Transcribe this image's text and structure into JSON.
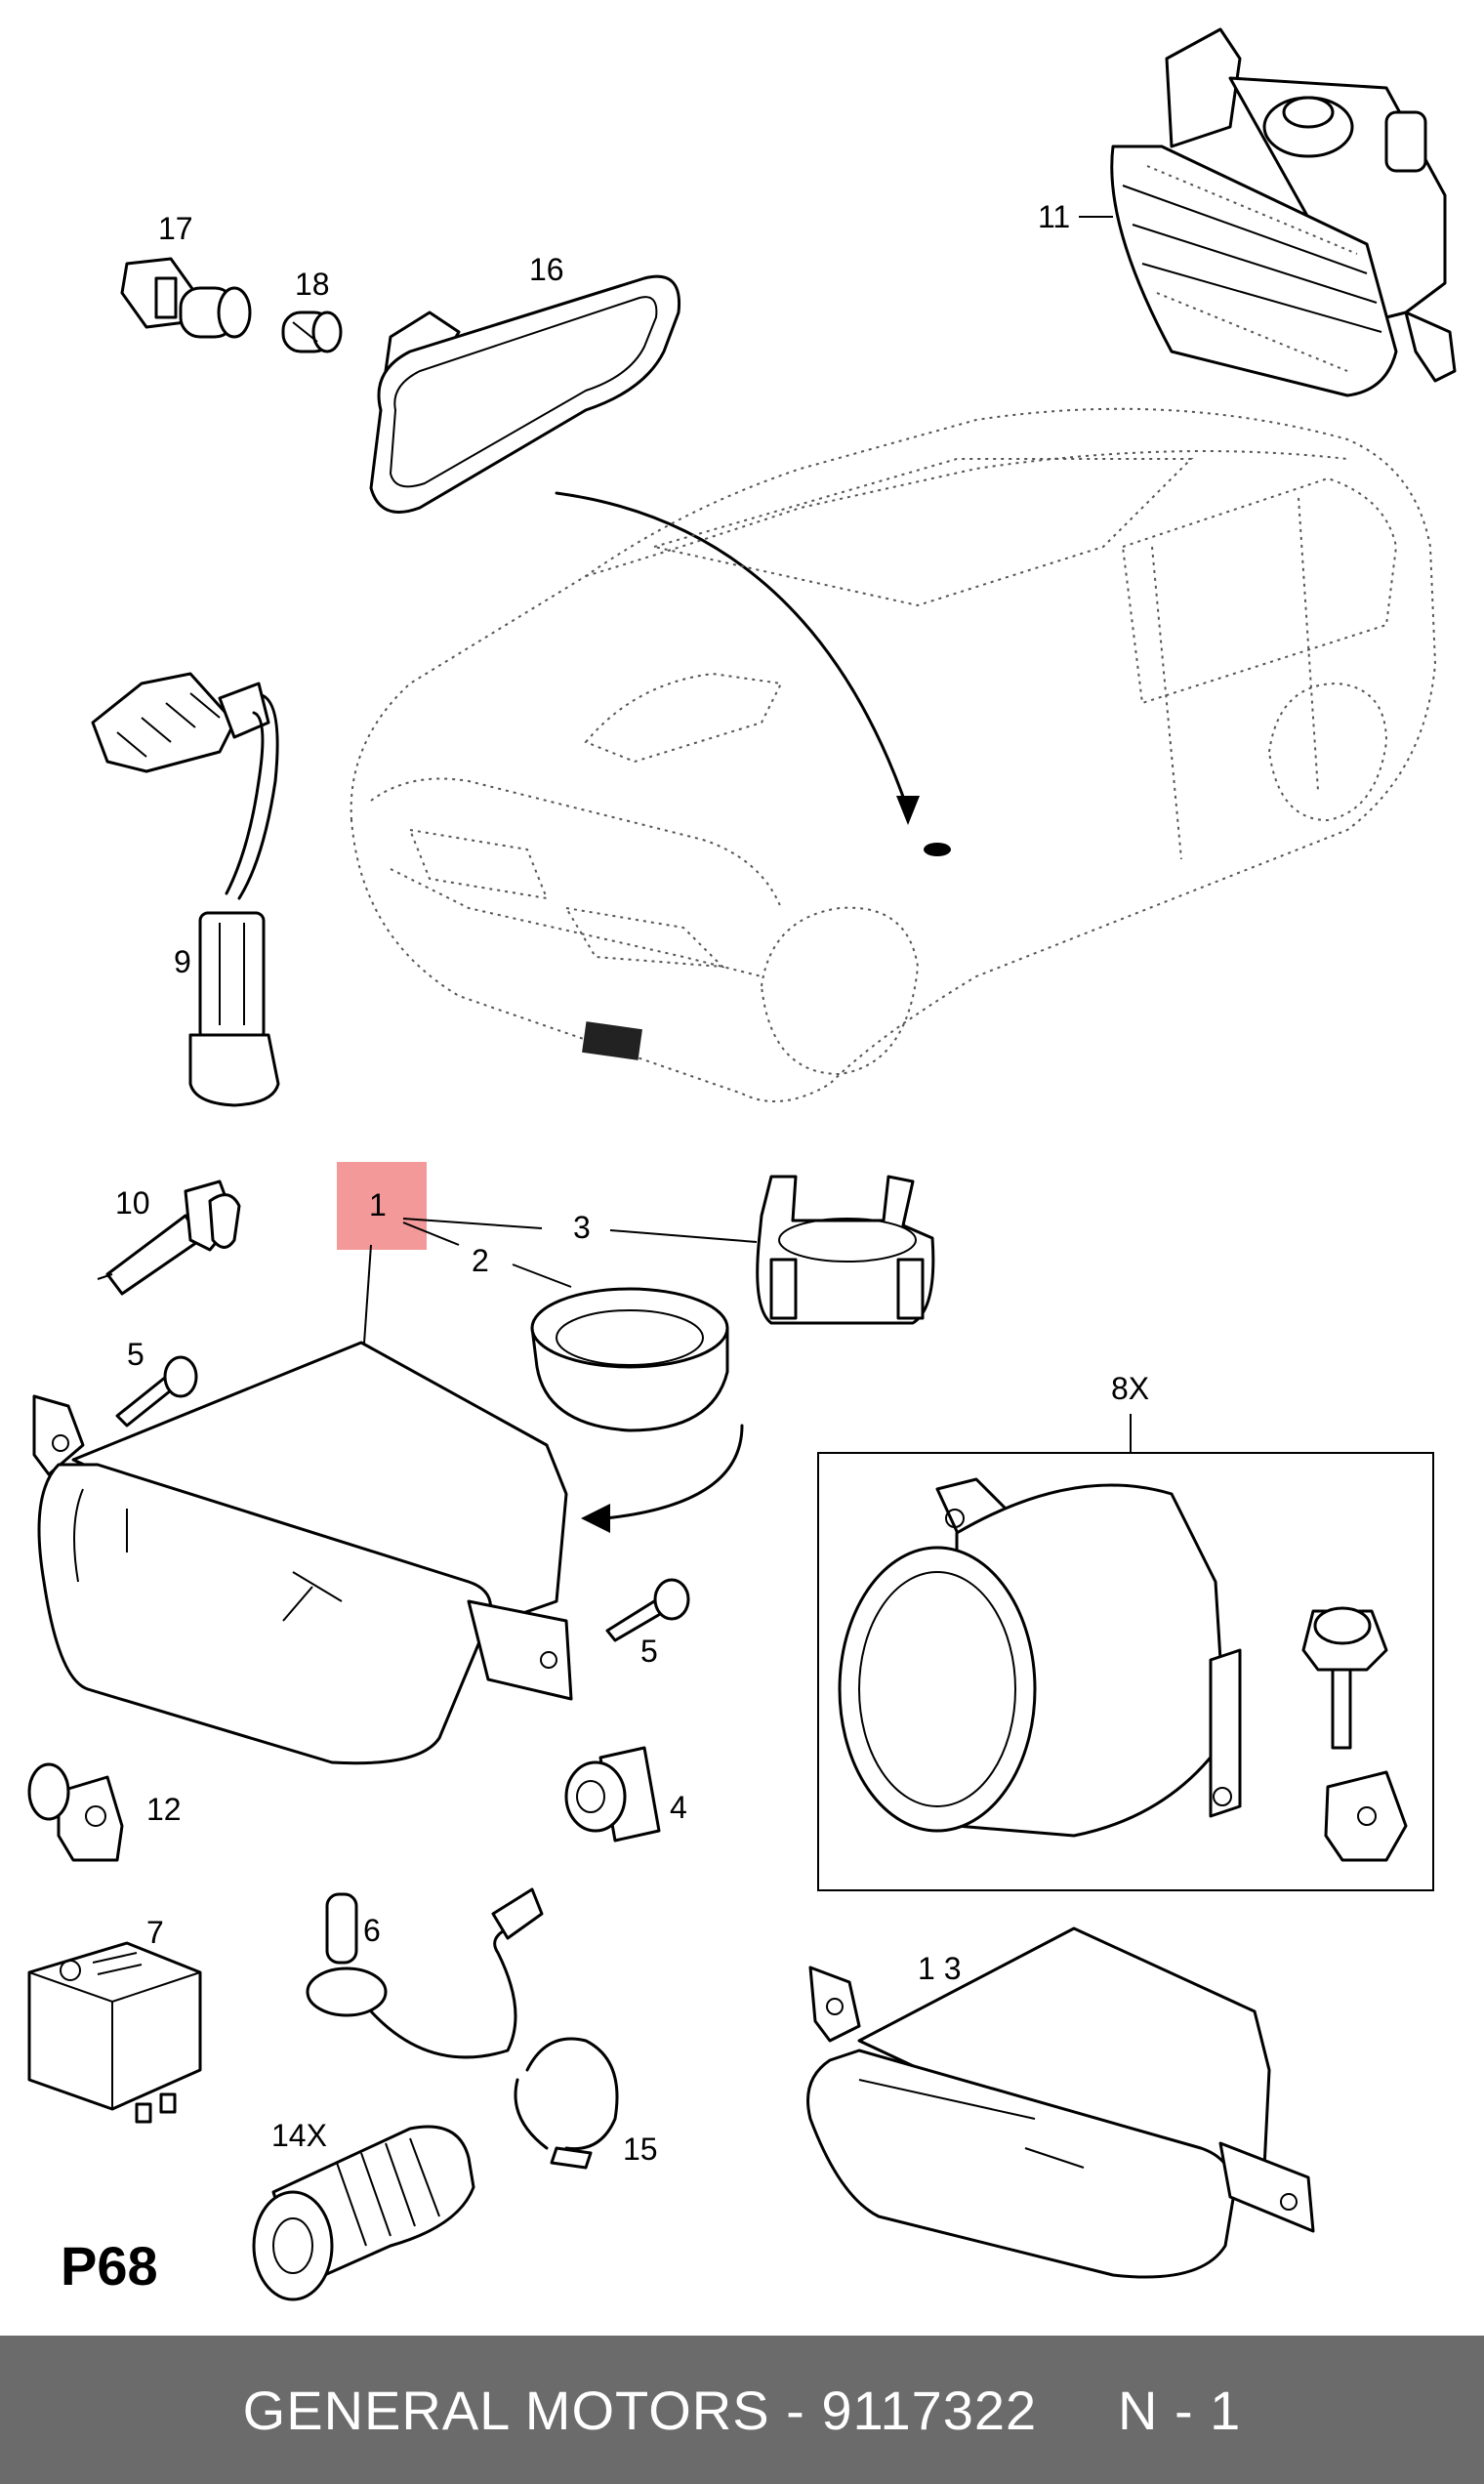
{
  "diagram": {
    "page_code": "P68",
    "highlight_color": "#f08080",
    "labels": {
      "l1": "1",
      "l2": "2",
      "l3": "3",
      "l4": "4",
      "l5a": "5",
      "l5b": "5",
      "l6": "6",
      "l7": "7",
      "l8": "8X",
      "l9": "9",
      "l10": "10",
      "l11": "11",
      "l12": "12",
      "l13": "1 3",
      "l14": "14X",
      "l15": "15",
      "l16": "16",
      "l17": "17",
      "l18": "18"
    }
  },
  "footer": {
    "text": "GENERAL MOTORS - 9117322     N - 1",
    "background": "#6b6b6b"
  }
}
